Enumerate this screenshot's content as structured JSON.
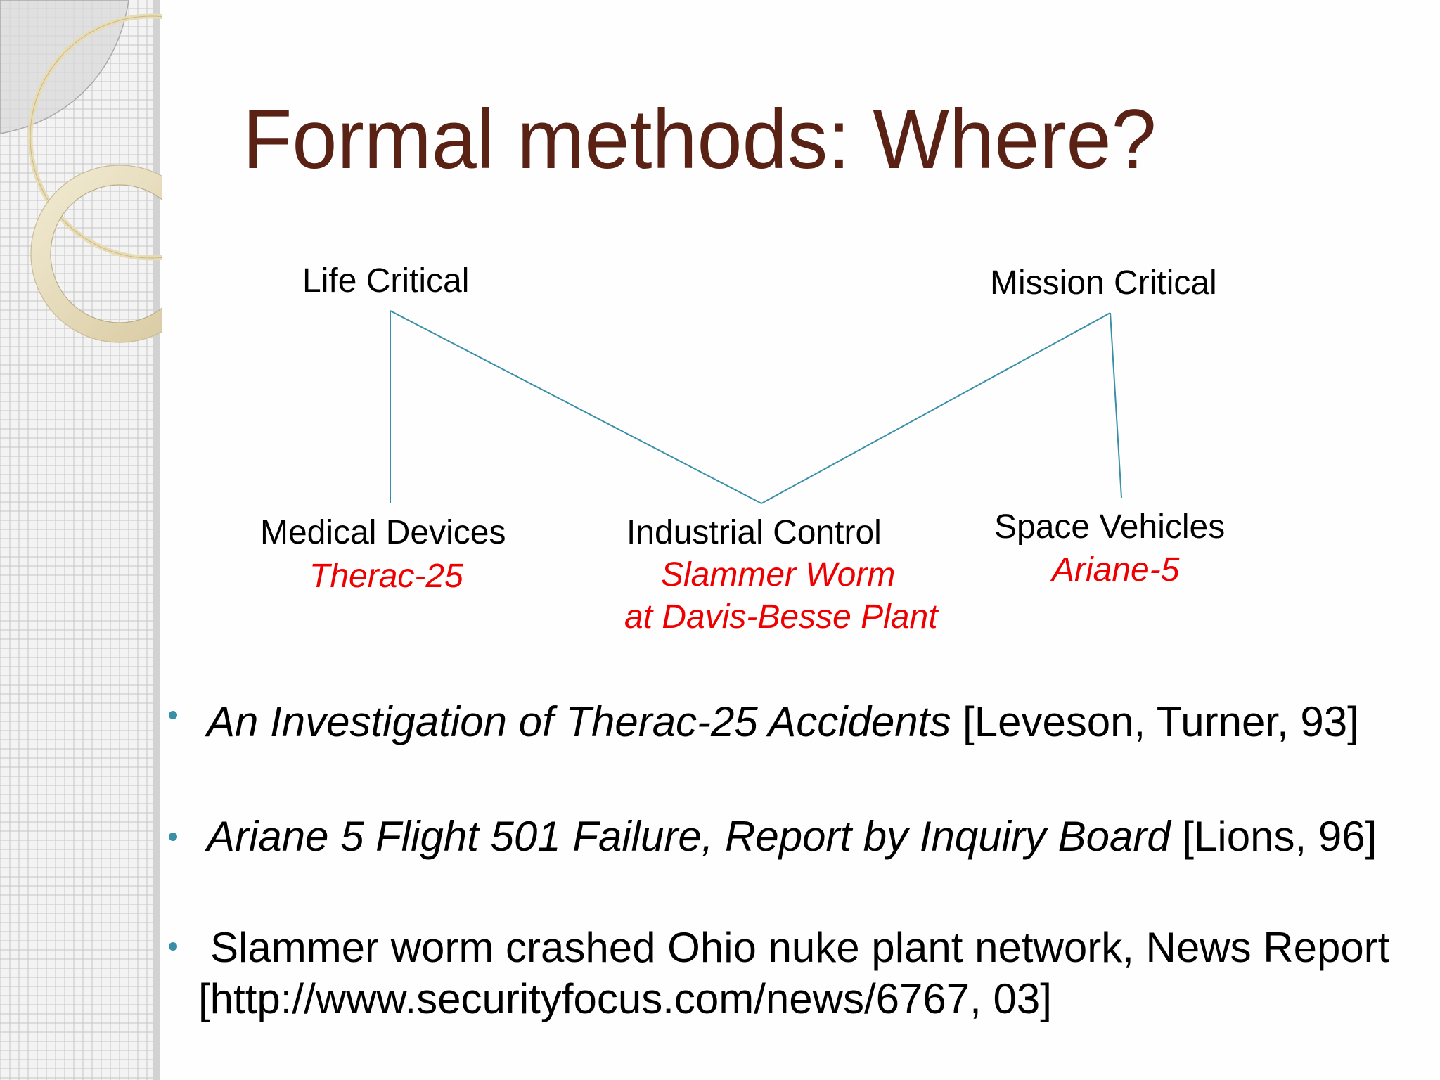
{
  "slide": {
    "title": "Formal methods: Where?",
    "colors": {
      "title": "#5a2215",
      "node_text": "#000000",
      "example_text": "#ee0000",
      "connector": "#3a8fa8",
      "bullet": "#3a8fa8"
    }
  },
  "diagram": {
    "categories": [
      {
        "label": "Life Critical"
      },
      {
        "label": "Mission Critical"
      }
    ],
    "domains": [
      {
        "label": "Medical Devices",
        "example_lines": [
          "Therac-25"
        ],
        "parents": [
          "Life Critical"
        ]
      },
      {
        "label": "Industrial Control",
        "example_lines": [
          "Slammer Worm",
          "at Davis-Besse Plant"
        ],
        "parents": [
          "Life Critical",
          "Mission Critical"
        ]
      },
      {
        "label": "Space Vehicles",
        "example_lines": [
          "Ariane-5"
        ],
        "parents": [
          "Mission Critical"
        ]
      }
    ]
  },
  "references": [
    {
      "title": "An Investigation of Therac-25 Accidents",
      "citation": "[Leveson, Turner, 93]"
    },
    {
      "title": "Ariane 5 Flight 501 Failure, Report by Inquiry Board",
      "citation": "[Lions, 96]"
    },
    {
      "text_line1": "Slammer worm crashed Ohio nuke plant network, News Report",
      "text_line2": "[http://www.securityfocus.com/news/6767, 03]"
    }
  ]
}
